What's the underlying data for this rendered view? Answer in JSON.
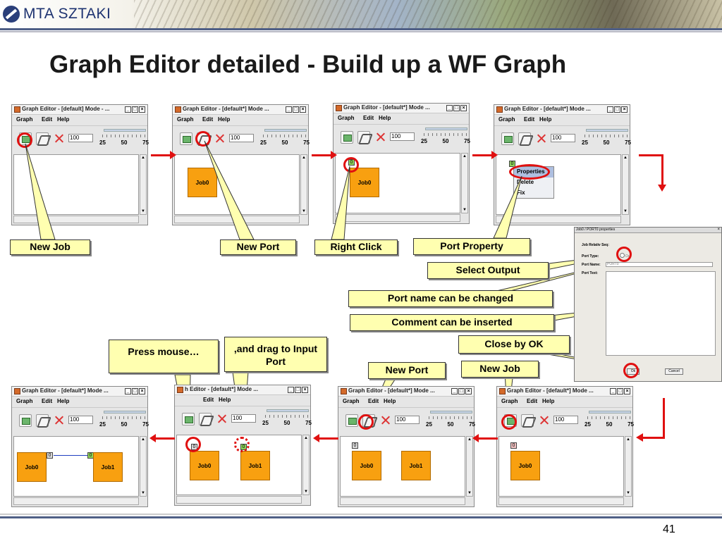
{
  "slide": {
    "logo_text": "MTA SZTAKI",
    "title": "Graph Editor detailed - Build up a WF Graph",
    "page_number": "41"
  },
  "window": {
    "title_default": "Graph Editor - [default]  Mode - ...",
    "title_modified": "Graph Editor - [default*]  Mode ...",
    "title_cut": "h Editor - [default*]  Mode ...",
    "title_cut2": "[default*] Mode ...",
    "menu_graph": "Graph",
    "menu_edit": "Edit",
    "menu_help": "Help",
    "zoom_value": "100",
    "scale": [
      "25",
      "50",
      "75"
    ],
    "minimize": "_",
    "maximize": "□",
    "close": "×"
  },
  "jobs": {
    "job0": "Job0",
    "job1": "Job1",
    "port0": "0"
  },
  "context_menu": [
    "Properties",
    "Delete",
    "Fix"
  ],
  "callouts": {
    "new_job": "New Job",
    "new_port": "New Port",
    "right_click": "Right Click",
    "port_property": "Port Property",
    "select_output": "Select Output",
    "port_name_changed": "Port name can be changed",
    "comment_inserted": "Comment can be inserted",
    "close_by_ok": "Close by OK",
    "press_mouse": "Press mouse…",
    "drag_to_input": ",and drag to Input Port",
    "new_port_2": "New Port",
    "new_job_2": "New Job"
  },
  "dialog": {
    "title": "Job0 / PORT0 properties",
    "close": "×",
    "job_relativ_seq_label": "Job Relativ Seq:",
    "port_type_label": "Port Type:",
    "port_type_value": "Out",
    "port_name_label": "Port Name:",
    "port_name_value": "PORT0",
    "port_text_label": "Port Text:",
    "ok": "Ok",
    "cancel": "Cancel"
  },
  "colors": {
    "accent_red": "#e01010",
    "callout_fill": "#ffffb0",
    "job_orange": "#f8a010",
    "brand_blue": "#1e3371"
  }
}
